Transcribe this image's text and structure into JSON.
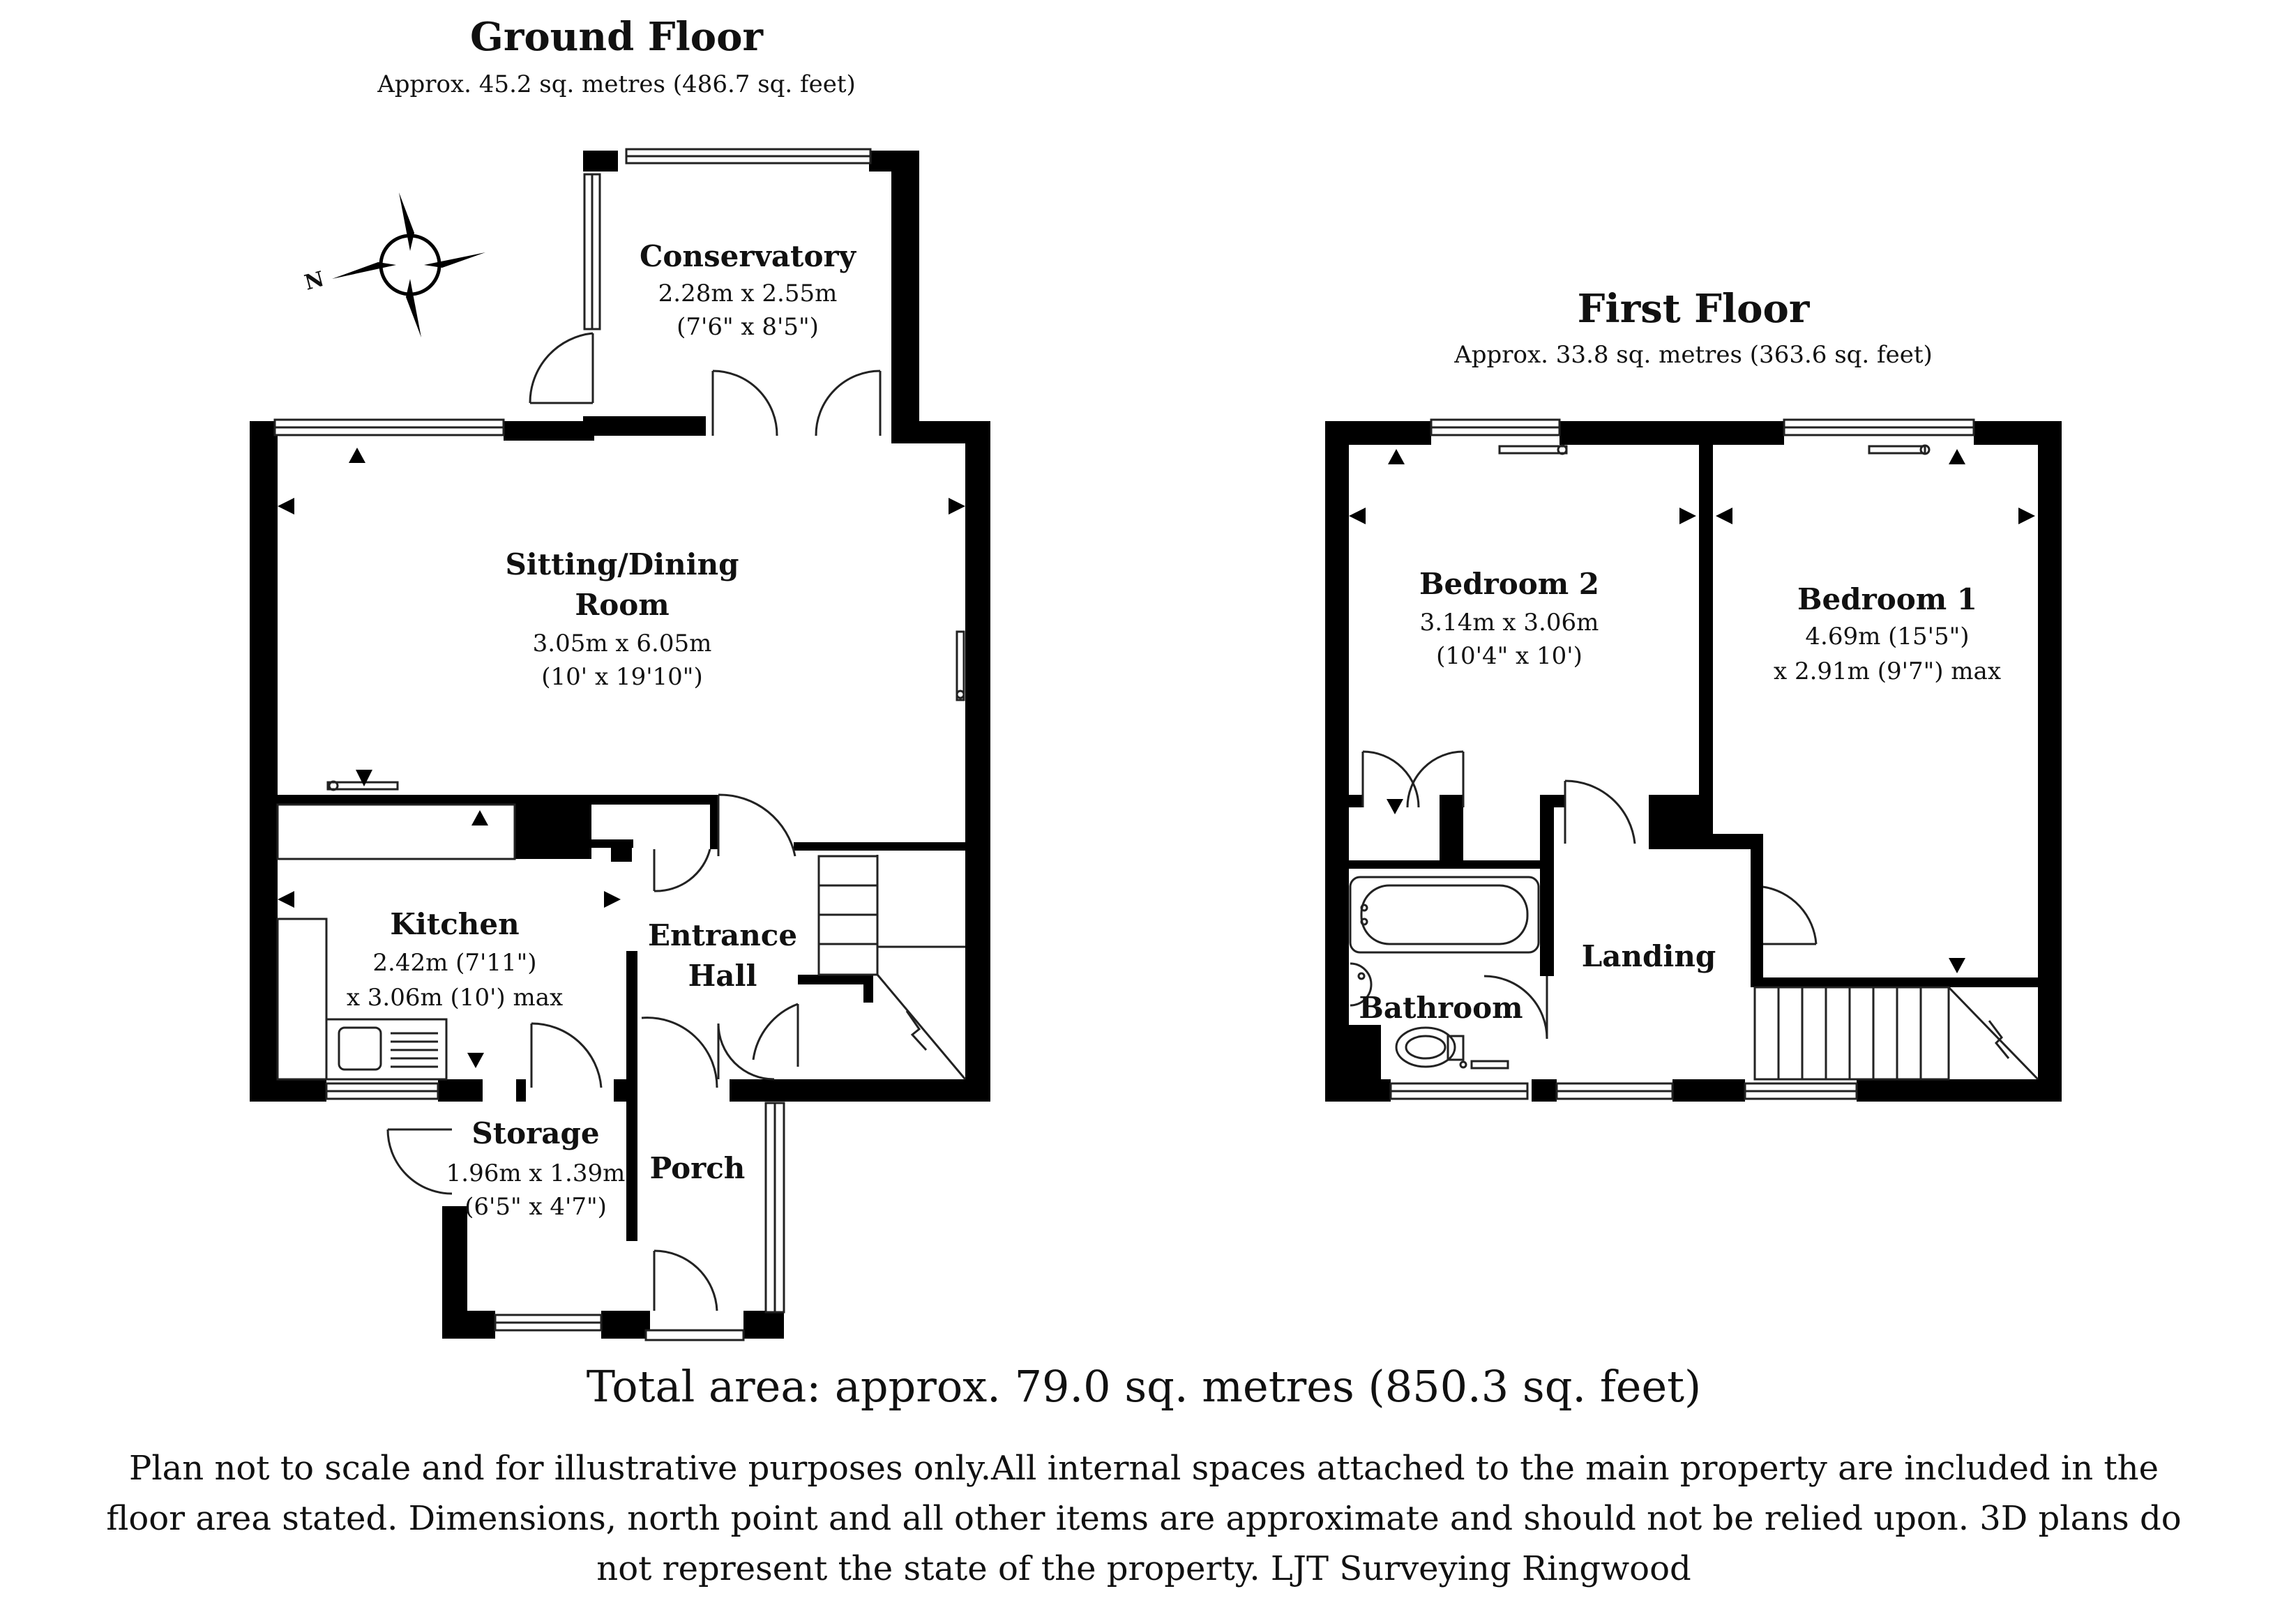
{
  "ground_floor": {
    "title": "Ground Floor",
    "area": "Approx.  45.2 sq. metres (486.7 sq. feet)",
    "rooms": {
      "conservatory": {
        "name": "Conservatory",
        "dim_m": "2.28m x 2.55m",
        "dim_ft": "(7'6\" x 8'5\")"
      },
      "sitting": {
        "name_line1": "Sitting/Dining",
        "name_line2": "Room",
        "dim_m": "3.05m x 6.05m",
        "dim_ft": "(10' x 19'10\")"
      },
      "kitchen": {
        "name": "Kitchen",
        "dim_line1": "2.42m (7'11\")",
        "dim_line2": "x 3.06m (10') max"
      },
      "hall": {
        "name_line1": "Entrance",
        "name_line2": "Hall"
      },
      "storage": {
        "name": "Storage",
        "dim_m": "1.96m x 1.39m",
        "dim_ft": "(6'5\" x 4'7\")"
      },
      "porch": {
        "name": "Porch"
      }
    }
  },
  "first_floor": {
    "title": "First Floor",
    "area": "Approx.  33.8 sq. metres (363.6 sq. feet)",
    "rooms": {
      "bedroom2": {
        "name": "Bedroom 2",
        "dim_m": "3.14m x 3.06m",
        "dim_ft": "(10'4\" x 10')"
      },
      "bedroom1": {
        "name": "Bedroom 1",
        "dim_line1": "4.69m (15'5\")",
        "dim_line2": "x 2.91m (9'7\") max"
      },
      "landing": {
        "name": "Landing"
      },
      "bathroom": {
        "name": "Bathroom"
      }
    }
  },
  "compass": {
    "label": "N",
    "icon": "compass-icon"
  },
  "total_area": "Total area: approx.  79.0 sq. metres (850.3 sq. feet)",
  "disclaimer": {
    "line1": "Plan not to scale and for illustrative purposes only.All internal spaces attached to the main property are included in the",
    "line2": "floor area stated. Dimensions, north point and all other items are approximate and should not be relied upon. 3D plans do",
    "line3": "not represent the state of the property. LJT Surveying Ringwood"
  },
  "colors": {
    "wall": "#000000",
    "line": "#222222",
    "window_fill": "#ffffff",
    "text": "#111111"
  }
}
